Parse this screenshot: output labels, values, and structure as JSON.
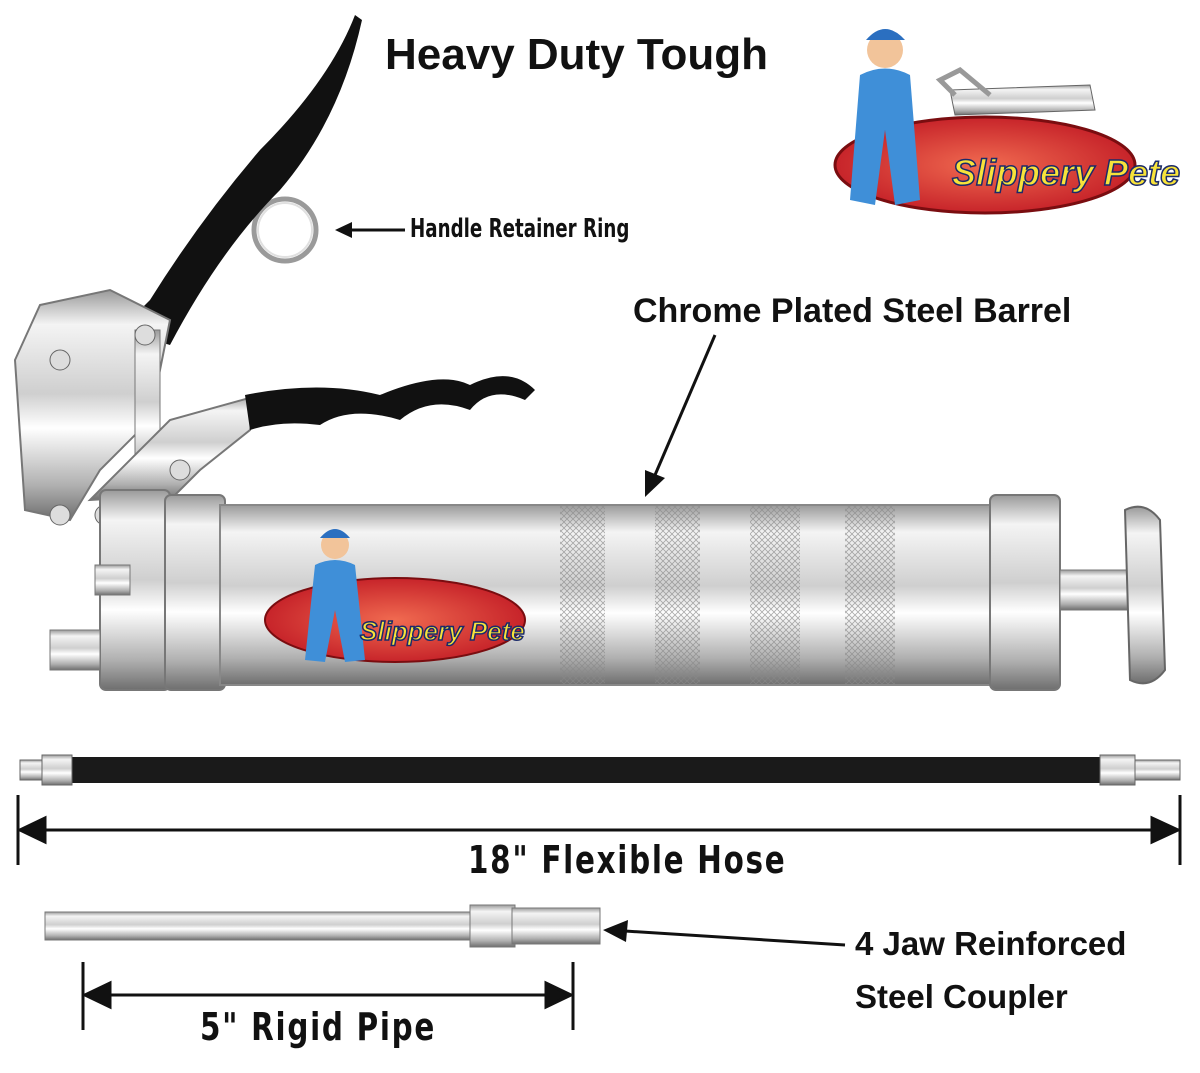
{
  "title": "Heavy Duty Tough",
  "brand": "Slippery Pete",
  "labels": {
    "ring": "Handle Retainer Ring",
    "barrel": "Chrome Plated Steel Barrel",
    "hose": "18\" Flexible Hose",
    "coupler_line1": "4 Jaw Reinforced",
    "coupler_line2": "Steel Coupler",
    "pipe": "5\" Rigid Pipe"
  }
}
